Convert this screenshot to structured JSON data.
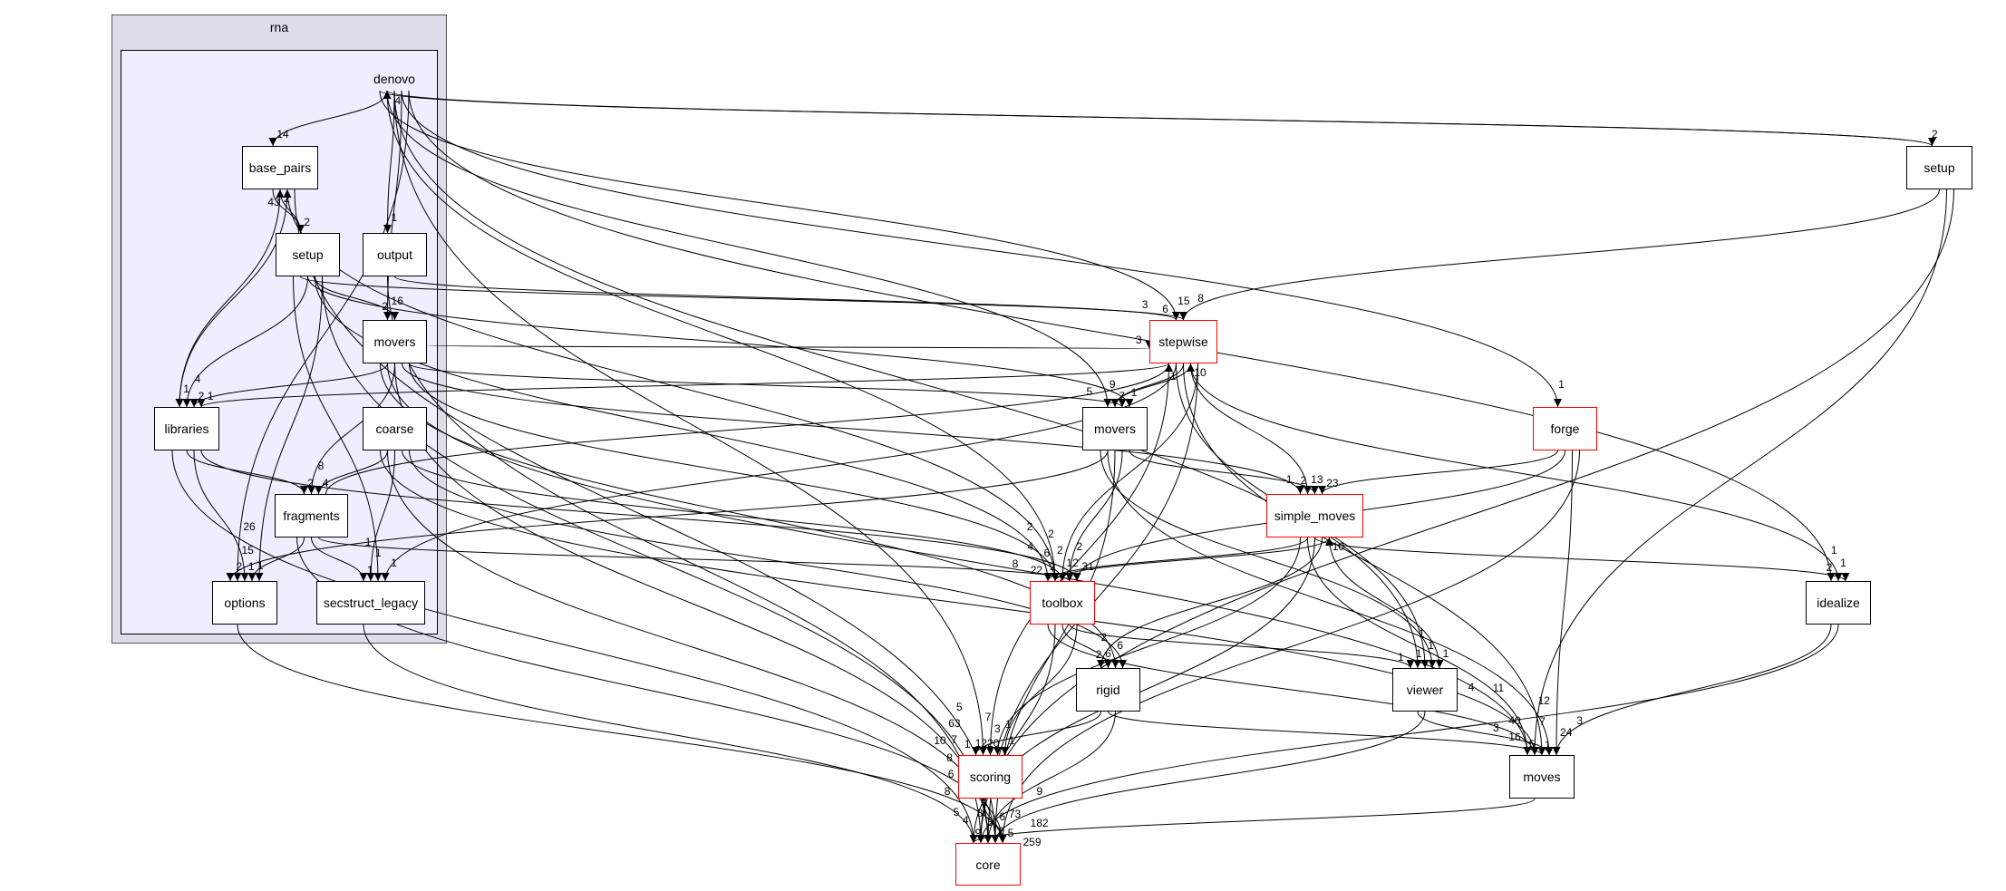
{
  "cluster": {
    "outer_label": "rna",
    "inner_label": "denovo"
  },
  "colors": {
    "highlight_border": "#ff0000",
    "normal_border": "#000000",
    "cluster_outer": "#dddde9",
    "cluster_inner": "#eeeeff"
  },
  "nodes": {
    "base_pairs": {
      "label": "base_pairs",
      "red": false
    },
    "setup": {
      "label": "setup",
      "red": false
    },
    "output": {
      "label": "output",
      "red": false
    },
    "rna_movers": {
      "label": "movers",
      "red": false
    },
    "libraries": {
      "label": "libraries",
      "red": false
    },
    "coarse": {
      "label": "coarse",
      "red": false
    },
    "fragments": {
      "label": "fragments",
      "red": false
    },
    "options": {
      "label": "options",
      "red": false
    },
    "secstruct_legacy": {
      "label": "secstruct_legacy",
      "red": false
    },
    "stepwise": {
      "label": "stepwise",
      "red": true
    },
    "movers": {
      "label": "movers",
      "red": false
    },
    "forge": {
      "label": "forge",
      "red": true
    },
    "simple_moves": {
      "label": "simple_moves",
      "red": true
    },
    "toolbox": {
      "label": "toolbox",
      "red": true
    },
    "idealize": {
      "label": "idealize",
      "red": false
    },
    "rigid": {
      "label": "rigid",
      "red": false
    },
    "viewer": {
      "label": "viewer",
      "red": false
    },
    "scoring": {
      "label": "scoring",
      "red": true
    },
    "moves": {
      "label": "moves",
      "red": false
    },
    "core": {
      "label": "core",
      "red": true
    },
    "top_setup": {
      "label": "setup",
      "red": false
    }
  },
  "edges": [
    {
      "from": "denovo",
      "to": "base_pairs",
      "label": "14"
    },
    {
      "from": "denovo",
      "to": "output",
      "label": "1"
    },
    {
      "from": "denovo",
      "to": "rna_movers",
      "label": "16"
    },
    {
      "from": "denovo",
      "to": "options",
      "label": "15"
    },
    {
      "from": "base_pairs",
      "to": "setup",
      "label": "2"
    },
    {
      "from": "setup",
      "to": "base_pairs",
      "label": "2"
    },
    {
      "from": "libraries",
      "to": "base_pairs",
      "label": "43"
    },
    {
      "from": "base_pairs",
      "to": "libraries",
      "label": "1"
    },
    {
      "from": "setup",
      "to": "libraries",
      "label": "4"
    },
    {
      "from": "setup",
      "to": "rna_movers",
      "label": "2"
    },
    {
      "from": "rna_movers",
      "to": "libraries",
      "label": "2"
    },
    {
      "from": "libraries",
      "to": "fragments",
      "label": "2"
    },
    {
      "from": "rna_movers",
      "to": "fragments",
      "label": "8"
    },
    {
      "from": "coarse",
      "to": "fragments",
      "label": "4"
    },
    {
      "from": "libraries",
      "to": "options",
      "label": "1"
    },
    {
      "from": "fragments",
      "to": "options",
      "label": "1"
    },
    {
      "from": "setup",
      "to": "options",
      "label": "26"
    },
    {
      "from": "fragments",
      "to": "secstruct_legacy",
      "label": "1"
    },
    {
      "from": "coarse",
      "to": "secstruct_legacy",
      "label": "1"
    },
    {
      "from": "setup",
      "to": "secstruct_legacy",
      "label": "1"
    },
    {
      "from": "stepwise",
      "to": "secstruct_legacy",
      "label": "1"
    },
    {
      "from": "movers",
      "to": "options",
      "label": "2"
    },
    {
      "from": "denovo",
      "to": "stepwise",
      "label": "15"
    },
    {
      "from": "denovo",
      "to": "movers",
      "label": "9"
    },
    {
      "from": "denovo",
      "to": "viewer",
      "label": "1"
    },
    {
      "from": "denovo",
      "to": "forge",
      "label": "1"
    },
    {
      "from": "denovo",
      "to": "idealize",
      "label": "1"
    },
    {
      "from": "denovo",
      "to": "top_setup",
      "label": "2"
    },
    {
      "from": "denovo",
      "to": "toolbox",
      "label": "2"
    },
    {
      "from": "denovo",
      "to": "scoring",
      "label": "7"
    },
    {
      "from": "top_setup",
      "to": "denovo",
      "label": "4"
    },
    {
      "from": "top_setup",
      "to": "stepwise",
      "label": "8"
    },
    {
      "from": "top_setup",
      "to": "moves",
      "label": "7"
    },
    {
      "from": "top_setup",
      "to": "core",
      "label": "3"
    },
    {
      "from": "stepwise",
      "to": "movers",
      "label": "7"
    },
    {
      "from": "movers",
      "to": "stepwise",
      "label": "10"
    },
    {
      "from": "stepwise",
      "to": "simple_moves",
      "label": "13"
    },
    {
      "from": "stepwise",
      "to": "toolbox",
      "label": "12"
    },
    {
      "from": "stepwise",
      "to": "libraries",
      "label": "1"
    },
    {
      "from": "stepwise",
      "to": "viewer",
      "label": "1"
    },
    {
      "from": "stepwise",
      "to": "moves",
      "label": "1"
    },
    {
      "from": "stepwise",
      "to": "idealize",
      "label": "1"
    },
    {
      "from": "stepwise",
      "to": "core",
      "label": "8"
    },
    {
      "from": "stepwise",
      "to": "scoring",
      "label": "3"
    },
    {
      "from": "movers",
      "to": "toolbox",
      "label": "2"
    },
    {
      "from": "movers",
      "to": "simple_moves",
      "label": "2"
    },
    {
      "from": "movers",
      "to": "viewer",
      "label": "1"
    },
    {
      "from": "movers",
      "to": "moves",
      "label": "12"
    },
    {
      "from": "movers",
      "to": "core",
      "label": "6"
    },
    {
      "from": "forge",
      "to": "simple_moves",
      "label": "23"
    },
    {
      "from": "forge",
      "to": "toolbox",
      "label": "31"
    },
    {
      "from": "forge",
      "to": "moves",
      "label": "24"
    },
    {
      "from": "forge",
      "to": "core",
      "label": "5"
    },
    {
      "from": "simple_moves",
      "to": "toolbox",
      "label": "22"
    },
    {
      "from": "toolbox",
      "to": "simple_moves",
      "label": "10"
    },
    {
      "from": "simple_moves",
      "to": "idealize",
      "label": "2"
    },
    {
      "from": "simple_moves",
      "to": "rigid",
      "label": "6"
    },
    {
      "from": "simple_moves",
      "to": "viewer",
      "label": "1"
    },
    {
      "from": "simple_moves",
      "to": "scoring",
      "label": "1"
    },
    {
      "from": "simple_moves",
      "to": "moves",
      "label": "16"
    },
    {
      "from": "simple_moves",
      "to": "core",
      "label": "4"
    },
    {
      "from": "toolbox",
      "to": "rigid",
      "label": "2"
    },
    {
      "from": "toolbox",
      "to": "viewer",
      "label": "1"
    },
    {
      "from": "toolbox",
      "to": "scoring",
      "label": "1"
    },
    {
      "from": "toolbox",
      "to": "moves",
      "label": "40"
    },
    {
      "from": "toolbox",
      "to": "core",
      "label": "1220"
    },
    {
      "from": "rigid",
      "to": "scoring",
      "label": "1"
    },
    {
      "from": "rigid",
      "to": "moves",
      "label": "5"
    },
    {
      "from": "rigid",
      "to": "core",
      "label": "73"
    },
    {
      "from": "viewer",
      "to": "moves",
      "label": "3"
    },
    {
      "from": "viewer",
      "to": "core",
      "label": "2"
    },
    {
      "from": "scoring",
      "to": "core",
      "label": "259"
    },
    {
      "from": "moves",
      "to": "core",
      "label": "182"
    },
    {
      "from": "idealize",
      "to": "moves",
      "label": "3"
    },
    {
      "from": "idealize",
      "to": "core",
      "label": "9"
    },
    {
      "from": "rna_movers",
      "to": "stepwise",
      "label": "3"
    },
    {
      "from": "rna_movers",
      "to": "toolbox",
      "label": "2"
    },
    {
      "from": "rna_movers",
      "to": "rigid",
      "label": "6"
    },
    {
      "from": "rna_movers",
      "to": "moves",
      "label": "11"
    },
    {
      "from": "rna_movers",
      "to": "core",
      "label": "10"
    },
    {
      "from": "rna_movers",
      "to": "simple_moves",
      "label": "1"
    },
    {
      "from": "rna_movers",
      "to": "movers",
      "label": "5"
    },
    {
      "from": "coarse",
      "to": "toolbox",
      "label": "6"
    },
    {
      "from": "coarse",
      "to": "rigid",
      "label": "2"
    },
    {
      "from": "coarse",
      "to": "moves",
      "label": "4"
    },
    {
      "from": "coarse",
      "to": "core",
      "label": "8"
    },
    {
      "from": "fragments",
      "to": "toolbox",
      "label": "8"
    },
    {
      "from": "fragments",
      "to": "stepwise",
      "label": "1"
    },
    {
      "from": "fragments",
      "to": "core",
      "label": "6"
    },
    {
      "from": "libraries",
      "to": "toolbox",
      "label": "4"
    },
    {
      "from": "libraries",
      "to": "core",
      "label": "9"
    },
    {
      "from": "output",
      "to": "core",
      "label": "63"
    },
    {
      "from": "output",
      "to": "stepwise",
      "label": "6"
    },
    {
      "from": "setup",
      "to": "stepwise",
      "label": "3"
    },
    {
      "from": "setup",
      "to": "movers",
      "label": "1"
    },
    {
      "from": "setup",
      "to": "toolbox",
      "label": "2"
    },
    {
      "from": "setup",
      "to": "core",
      "label": "7"
    },
    {
      "from": "base_pairs",
      "to": "toolbox",
      "label": "2"
    },
    {
      "from": "base_pairs",
      "to": "core",
      "label": "5"
    },
    {
      "from": "options",
      "to": "core",
      "label": "8"
    },
    {
      "from": "secstruct_legacy",
      "to": "core",
      "label": "5"
    }
  ]
}
